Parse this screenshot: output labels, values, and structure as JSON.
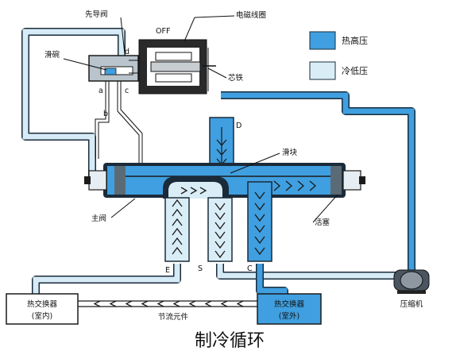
{
  "labels": {
    "pilot_valve": "先导阀",
    "solenoid_coil": "电磁线圈",
    "off": "OFF",
    "slide_bowl": "滑碗",
    "iron_core": "芯铁",
    "port_d_small": "d",
    "port_a": "a",
    "port_b": "b",
    "port_c_small": "c",
    "port_D": "D",
    "slider": "滑块",
    "main_valve": "主阀",
    "piston": "活塞",
    "port_E": "E",
    "port_S": "S",
    "port_C": "C",
    "hx_indoor_1": "热交换器",
    "hx_indoor_2": "(室内)",
    "hx_outdoor_1": "热交换器",
    "hx_outdoor_2": "(室外)",
    "throttle": "节流元件",
    "compressor": "压缩机",
    "caption": "制冷循环"
  },
  "legend": [
    {
      "label": "热高压",
      "color": "#3f9fe0"
    },
    {
      "label": "冷低压",
      "color": "#d9edf6"
    }
  ],
  "colors": {
    "hot": "#3f9fe0",
    "cold": "#d9edf6",
    "outline": "#1b2b3a"
  }
}
